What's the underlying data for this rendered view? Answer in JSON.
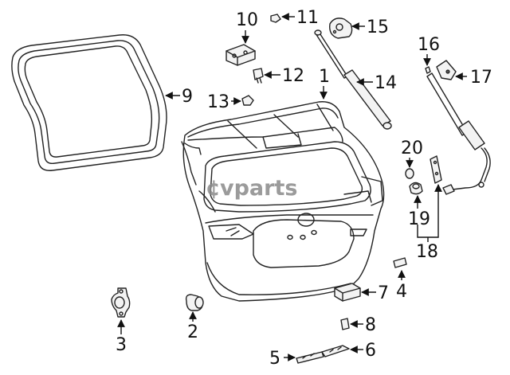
{
  "watermark": {
    "prefix": "¢",
    "text": "vparts"
  },
  "callouts": [
    "1",
    "2",
    "3",
    "4",
    "5",
    "6",
    "7",
    "8",
    "9",
    "10",
    "11",
    "12",
    "13",
    "14",
    "15",
    "16",
    "17",
    "18",
    "19",
    "20"
  ]
}
